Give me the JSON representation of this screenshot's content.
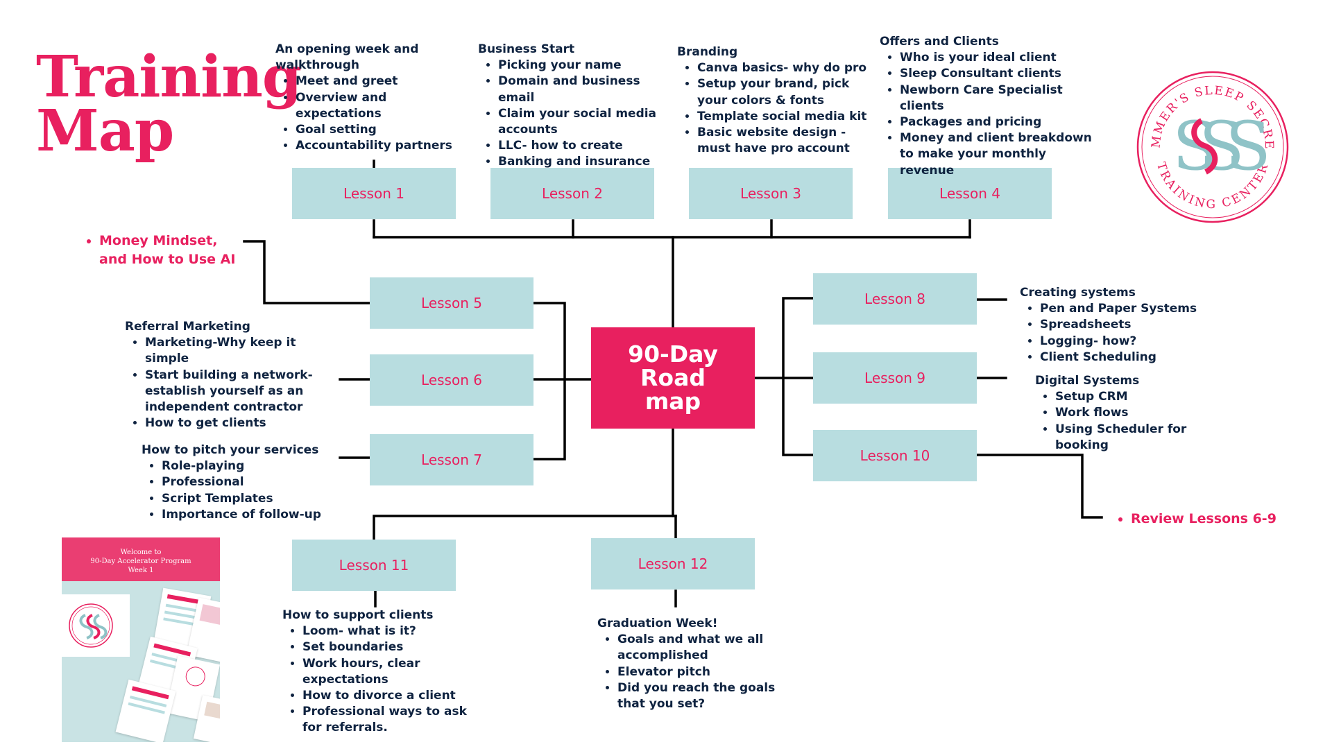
{
  "title": {
    "line1": "Training",
    "line2": "Map"
  },
  "center": {
    "line1": "90-Day",
    "line2": "Road",
    "line3": "map"
  },
  "lessons": [
    "Lesson 1",
    "Lesson 2",
    "Lesson 3",
    "Lesson 4",
    "Lesson 5",
    "Lesson 6",
    "Lesson 7",
    "Lesson 8",
    "Lesson 9",
    "Lesson 10",
    "Lesson 11",
    "Lesson 12"
  ],
  "notes": {
    "l1": {
      "heading": "An opening week and walkthrough",
      "items": [
        "Meet and greet",
        "Overview and expectations",
        "Goal setting",
        "Accountability partners"
      ]
    },
    "l2": {
      "heading": "Business Start",
      "items": [
        "Picking your name",
        "Domain and business email",
        "Claim your social media accounts",
        "LLC- how to create",
        "Banking and insurance"
      ]
    },
    "l3": {
      "heading": "Branding",
      "items": [
        "Canva basics- why do pro",
        "Setup your brand, pick your colors & fonts",
        "Template social media kit",
        "Basic website design - must have pro account"
      ]
    },
    "l4": {
      "heading": "Offers and Clients",
      "items": [
        "Who is your ideal client",
        "Sleep Consultant clients",
        "Newborn Care Specialist clients",
        "Packages and pricing",
        "Money and client breakdown to make your monthly revenue"
      ]
    },
    "l5": {
      "items": [
        "Money Mindset, and How to Use AI"
      ]
    },
    "l6": {
      "heading": "Referral Marketing",
      "items": [
        "Marketing-Why keep it simple",
        "Start building a network- establish yourself as an independent contractor",
        "How to get clients"
      ]
    },
    "l7": {
      "heading": "How to pitch your services",
      "items": [
        "Role-playing",
        "Professional",
        "Script Templates",
        "Importance of follow-up"
      ]
    },
    "l8": {
      "heading": "Creating systems",
      "items": [
        "Pen and Paper Systems",
        "Spreadsheets",
        "Logging- how?",
        "Client Scheduling"
      ]
    },
    "l9": {
      "heading": "Digital Systems",
      "items": [
        "Setup CRM",
        "Work flows",
        "Using Scheduler for booking"
      ]
    },
    "l10": {
      "items": [
        "Review Lessons 6-9"
      ]
    },
    "l11": {
      "heading": "How to support clients",
      "items": [
        "Loom- what is it?",
        "Set boundaries",
        "Work hours, clear expectations",
        "How to divorce a client",
        "Professional ways to ask for referrals."
      ]
    },
    "l12": {
      "heading": "Graduation Week!",
      "items": [
        "Goals and what we all accomplished",
        "Elevator pitch",
        "Did you reach the goals that you set?"
      ]
    }
  },
  "logo": {
    "top_text": "SUMMER'S SLEEP SECRETS",
    "bottom_text": "TRAINING CENTER",
    "monogram": "SSS"
  },
  "thumbnail": {
    "line1": "Welcome to",
    "line2": "90-Day Accelerator Program",
    "line3": "Week 1"
  },
  "colors": {
    "pink": "#e8205f",
    "lesson_box": "#b8dde0",
    "text": "#0f2340",
    "teal": "#8fc3c7"
  }
}
